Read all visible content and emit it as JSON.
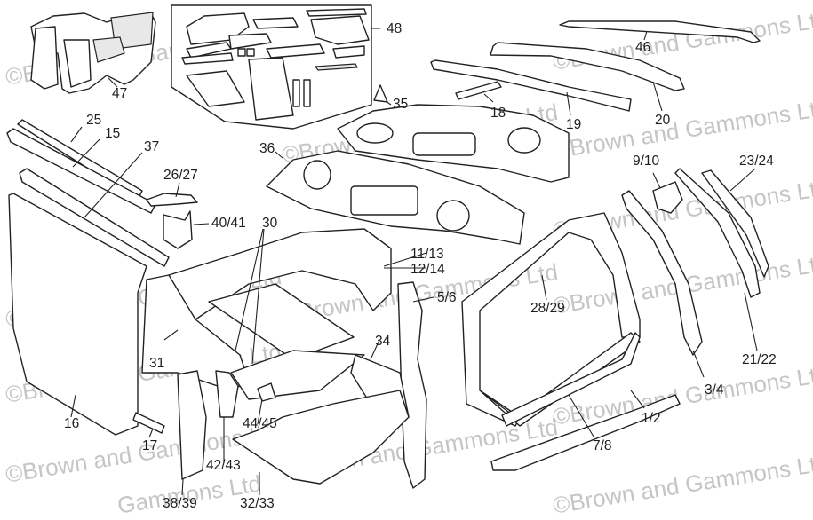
{
  "diagram": {
    "title": "Body tub wood frame exploded parts diagram",
    "watermark": "©Brown and Gammons Ltd",
    "watermark_partial_left": "Gammons Ltd",
    "watermark_partial_right": "©Brown and G",
    "labels": {
      "p47": "47",
      "p48": "48",
      "p46": "46",
      "p18": "18",
      "p19": "19",
      "p20": "20",
      "p35": "35",
      "p25": "25",
      "p15": "15",
      "p37": "37",
      "p36": "36",
      "p26_27": "26/27",
      "p40_41": "40/41",
      "p30": "30",
      "p9_10": "9/10",
      "p23_24": "23/24",
      "p11_13": "11/13",
      "p12_14": "12/14",
      "p5_6": "5/6",
      "p28_29": "28/29",
      "p34": "34",
      "p31": "31",
      "p16": "16",
      "p17": "17",
      "p44_45": "44/45",
      "p42_43": "42/43",
      "p38_39": "38/39",
      "p32_33": "32/33",
      "p1_2": "1/2",
      "p7_8": "7/8",
      "p3_4": "3/4",
      "p21_22": "21/22"
    }
  }
}
